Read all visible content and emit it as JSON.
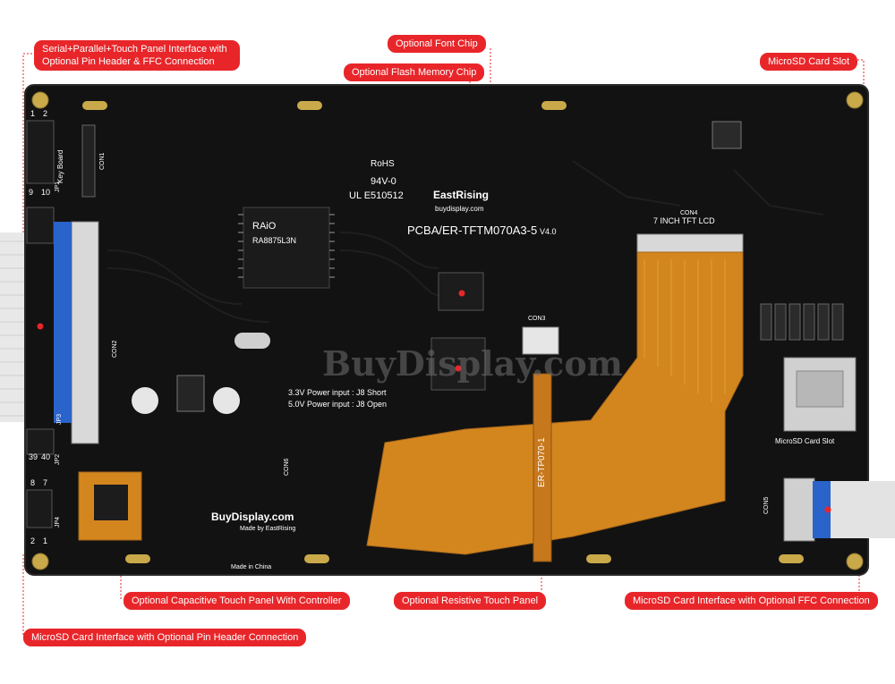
{
  "callouts": {
    "interface": "Serial+Parallel+Touch Panel Interface with Optional Pin Header & FFC Connection",
    "font_chip": "Optional Font Chip",
    "flash_chip": "Optional Flash Memory Chip",
    "microsd_slot": "MicroSD Card Slot",
    "cap_touch": "Optional Capacitive Touch Panel With Controller",
    "res_touch": "Optional Resistive Touch Panel",
    "microsd_ffc": "MicroSD Card Interface with Optional FFC Connection",
    "microsd_header": "MicroSD Card Interface with Optional Pin Header Connection"
  },
  "board": {
    "model": "PCBA/ER-TFTM070A3-5",
    "version": "V4.0",
    "lcd_label": "7 INCH TFT LCD",
    "brand": "EastRising",
    "brand_url": "buydisplay.com",
    "rohs": "RoHS",
    "ul_rating": "94V-0",
    "ul_code": "UL E510512",
    "controller_brand": "RAiO",
    "controller_part": "RA8875L3N",
    "power_line1": "3.3V Power input : J8  Short",
    "power_line2": "5.0V Power input : J8  Open",
    "buydisplay_logo": "BuyDisplay.com",
    "made_by": "Made by EastRising",
    "made_in": "Made in China",
    "fpc_label": "ER-TP070-1",
    "microsd_silk": "MicroSD Card Slot",
    "watermark": "BuyDisplay.com",
    "key_board": "Key Board",
    "conn_labels": [
      "CON1",
      "CON2",
      "CON3",
      "CON4",
      "CON5",
      "CON6",
      "JP1",
      "JP2",
      "JP3",
      "JP4"
    ],
    "pin_labels": [
      "1",
      "2",
      "9",
      "10",
      "39",
      "40",
      "8",
      "7",
      "2",
      "1"
    ]
  },
  "colors": {
    "callout": "#e8262a",
    "pcb": "#111111",
    "fpc": "#d4861e",
    "header": "#2a63c9"
  }
}
